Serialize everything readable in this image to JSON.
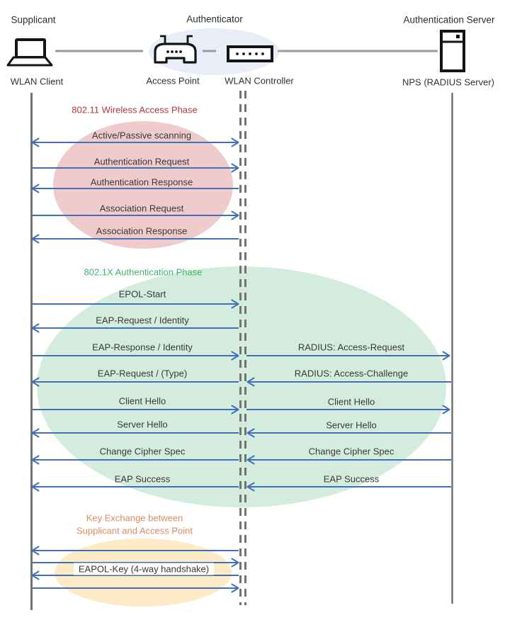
{
  "header": {
    "roles": [
      "Supplicant",
      "Authenticator",
      "Authentication Server"
    ],
    "nodes": [
      {
        "label": "WLAN Client",
        "icon": "laptop-icon"
      },
      {
        "label": "Access Point",
        "icon": "access-point-icon"
      },
      {
        "label": "WLAN Controller",
        "icon": "controller-icon"
      },
      {
        "label": "NPS (RADIUS Server)",
        "icon": "server-icon"
      }
    ]
  },
  "colors": {
    "arrow": "#4070ba",
    "lifeline": "#737373",
    "connector": "#9c9c9c",
    "icon": "#141414",
    "authenticator_ellipse": "#e8edf7",
    "phase1_ellipse": "#f0cbcb",
    "phase2_ellipse": "#d3ecdd",
    "phase3_ellipse": "#fdeac6",
    "phase1_title": "#b4393c",
    "phase2_title": "#41b46e",
    "phase3_title": "#e08a60"
  },
  "phases": [
    {
      "title": "802.11 Wireless Access Phase",
      "messages": [
        {
          "label": "Active/Passive scanning",
          "lane": "left",
          "direction": "both"
        },
        {
          "label": "Authentication Request",
          "lane": "left",
          "direction": "right"
        },
        {
          "label": "Authentication Response",
          "lane": "left",
          "direction": "left"
        },
        {
          "label": "Association Request",
          "lane": "left",
          "direction": "right"
        },
        {
          "label": "Association Response",
          "lane": "left",
          "direction": "left"
        }
      ]
    },
    {
      "title": "802.1X Authentication Phase",
      "messages": [
        {
          "label": "EPOL-Start",
          "lane": "left",
          "direction": "right"
        },
        {
          "label": "EAP-Request / Identity",
          "lane": "left",
          "direction": "left"
        },
        {
          "label": "EAP-Response / Identity",
          "lane": "left",
          "direction": "right"
        },
        {
          "label": "RADIUS: Access-Request",
          "lane": "right",
          "direction": "right"
        },
        {
          "label": "EAP-Request / (Type)",
          "lane": "left",
          "direction": "left"
        },
        {
          "label": "RADIUS: Access-Challenge",
          "lane": "right",
          "direction": "left"
        },
        {
          "label": "Client Hello",
          "lane": "left",
          "direction": "right"
        },
        {
          "label": "Client Hello",
          "lane": "right",
          "direction": "right"
        },
        {
          "label": "Server Hello",
          "lane": "left",
          "direction": "left"
        },
        {
          "label": "Server Hello",
          "lane": "right",
          "direction": "left"
        },
        {
          "label": "Change Cipher Spec",
          "lane": "left",
          "direction": "left"
        },
        {
          "label": "Change Cipher Spec",
          "lane": "right",
          "direction": "left"
        },
        {
          "label": "EAP Success",
          "lane": "left",
          "direction": "left"
        },
        {
          "label": "EAP Success",
          "lane": "right",
          "direction": "left"
        }
      ]
    },
    {
      "title_lines": [
        "Key Exchange between",
        "Supplicant and Access Point"
      ],
      "messages": [
        {
          "label": "EAPOL-Key (4-way handshake)",
          "lane": "left",
          "arrow_sequence": [
            "left",
            "right",
            "left",
            "right"
          ]
        }
      ]
    }
  ]
}
